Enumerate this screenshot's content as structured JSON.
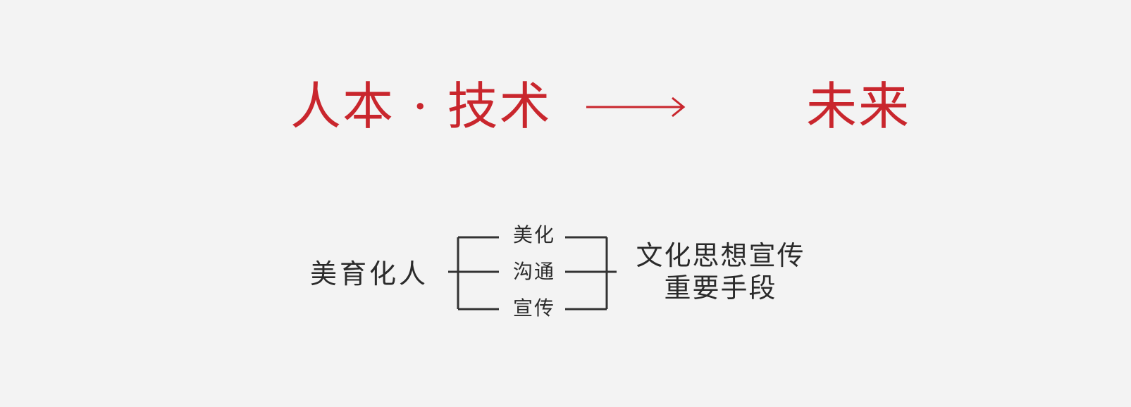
{
  "top": {
    "left_text": "人本 · 技术",
    "right_text": "未来"
  },
  "bottom": {
    "left_label": "美育化人",
    "middle_items": [
      "美化",
      "沟通",
      "宣传"
    ],
    "right_lines": [
      "文化思想宣传",
      "重要手段"
    ]
  },
  "colors": {
    "accent": "#c9262d",
    "text": "#2a2a2a",
    "background": "#f3f3f3"
  },
  "icons": {
    "arrow": "right-arrow-icon"
  }
}
